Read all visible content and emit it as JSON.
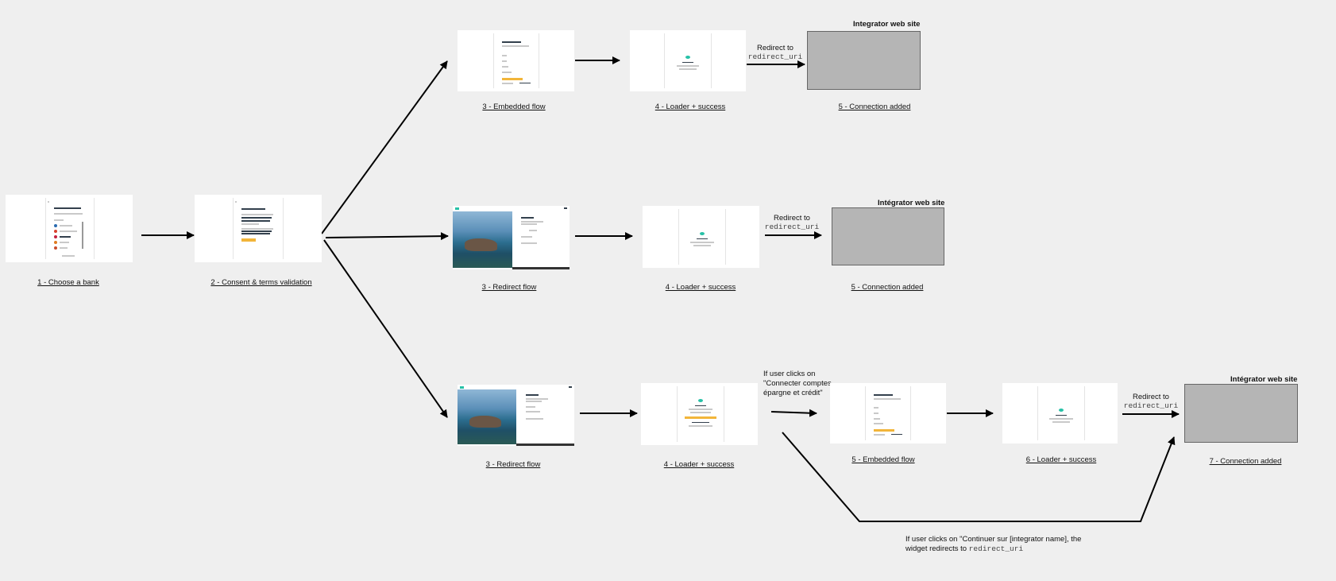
{
  "steps": {
    "choose_bank": "1 - Choose a bank",
    "consent": "2  - Consent & terms validation",
    "top_embedded": "3 - Embedded flow",
    "top_loader": "4 - Loader + success",
    "top_connection": "5 - Connection added",
    "mid_redirect": "3 - Redirect  flow",
    "mid_loader": "4 - Loader + success",
    "mid_connection": "5 - Connection added",
    "bot_redirect": "3 - Redirect  flow",
    "bot_loader": "4 - Loader + success",
    "bot_embedded": "5 - Embedded flow",
    "bot_loader2": "6 - Loader + success",
    "bot_connection": "7 - Connection added"
  },
  "sites": {
    "top": "Integrator web site",
    "mid": "Intégrator web site",
    "bot": "Intégrator web site"
  },
  "redirect": {
    "label": "Redirect to",
    "uri": "redirect_uri"
  },
  "notes": {
    "savings_line1": "If user clicks on",
    "savings_line2": "\"Connecter comptes",
    "savings_line3": "épargne et crédit\"",
    "continue_line1": "If user clicks on \"Continuer sur [integrator name], the",
    "continue_line2": "widget redirects to",
    "continue_uri": "redirect_uri"
  },
  "colors": {
    "background": "#efefef",
    "accent": "#27c1a7",
    "button": "#f2b53a",
    "site_box": "#b5b5b5"
  }
}
